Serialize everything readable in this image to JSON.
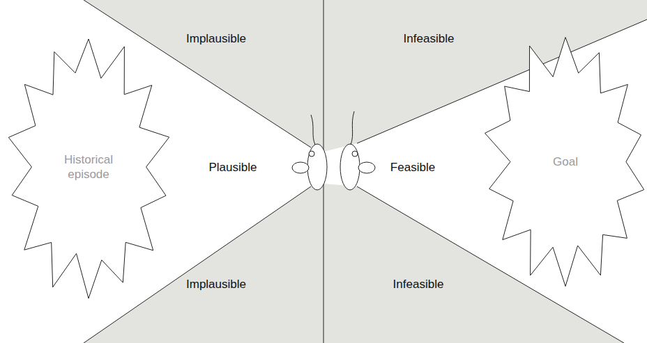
{
  "diagram": {
    "nodes": [
      {
        "text": [
          "Historical episode"
        ]
      },
      {
        "text": [
          "Goal"
        ]
      }
    ],
    "labels": [
      "Implausible",
      "Infeasible",
      "Plausible",
      "Feasible",
      "Implausible",
      "Infeasible"
    ]
  }
}
